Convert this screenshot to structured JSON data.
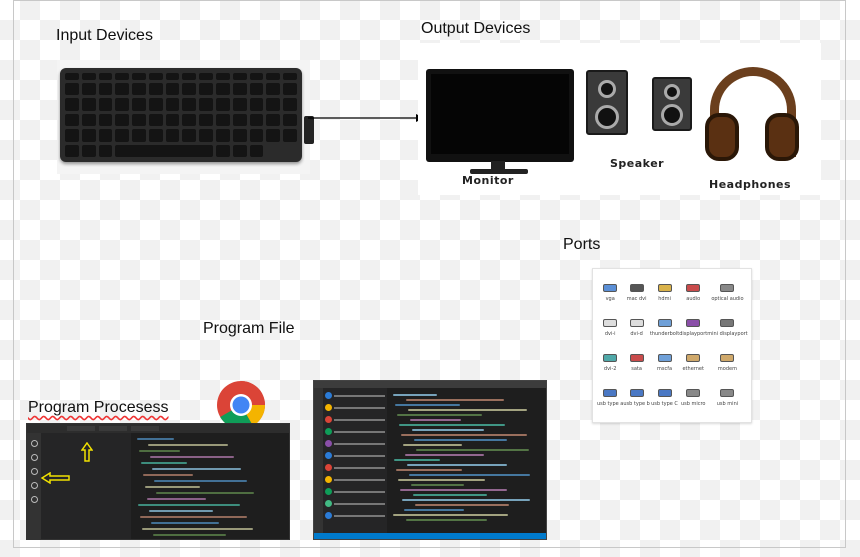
{
  "labels": {
    "input_devices": "Input Devices",
    "output_devices": "Output Devices",
    "ports": "Ports",
    "program_file": "Program File",
    "program_processes": "Program Procesess"
  },
  "output_captions": {
    "monitor": "Monitor",
    "speaker": "Speaker",
    "headphones": "Headphones"
  },
  "ports": [
    {
      "name": "vga",
      "color": "#5b8fd6"
    },
    {
      "name": "mac dvi",
      "color": "#555555"
    },
    {
      "name": "hdmi",
      "color": "#d9b24a"
    },
    {
      "name": "audio",
      "color": "#c94b4b"
    },
    {
      "name": "optical audio",
      "color": "#888888"
    },
    {
      "name": "dvi-i",
      "color": "#dddddd"
    },
    {
      "name": "dvi-d",
      "color": "#dddddd"
    },
    {
      "name": "thunderbolt",
      "color": "#6fa0d8"
    },
    {
      "name": "displayport",
      "color": "#8a4fa8"
    },
    {
      "name": "mini displayport",
      "color": "#777777"
    },
    {
      "name": "dvi-2",
      "color": "#4fa8a8"
    },
    {
      "name": "sata",
      "color": "#c94b4b"
    },
    {
      "name": "mscfa",
      "color": "#6fa0d8"
    },
    {
      "name": "ethernet",
      "color": "#cfa86a"
    },
    {
      "name": "modem",
      "color": "#cfa86a"
    },
    {
      "name": "usb type a",
      "color": "#4a78c4"
    },
    {
      "name": "usb type b",
      "color": "#4a78c4"
    },
    {
      "name": "usb type C",
      "color": "#4a78c4"
    },
    {
      "name": "usb micro",
      "color": "#888888"
    },
    {
      "name": "usb mini",
      "color": "#888888"
    }
  ],
  "colors": {
    "arrow": "#000000",
    "debug_pointer": "#f2e200",
    "vscode_status": "#007acc",
    "headphones": "#6b3f1d"
  },
  "icons": {
    "browser": "chrome-logo-icon"
  }
}
